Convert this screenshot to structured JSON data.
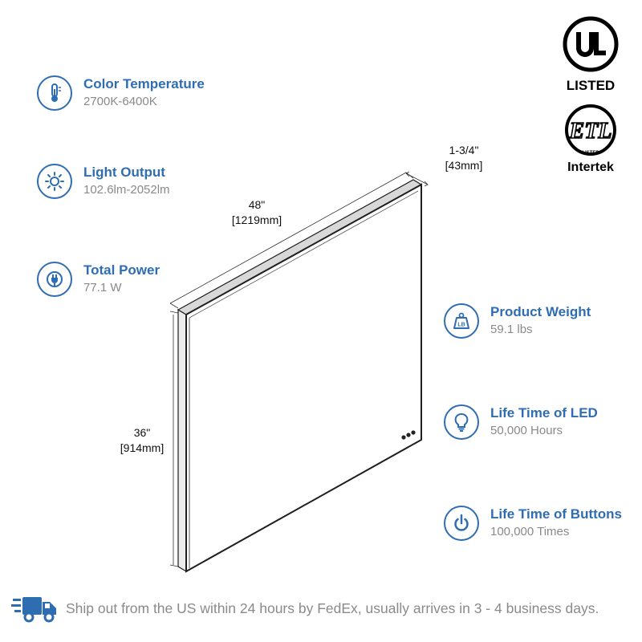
{
  "specs": [
    {
      "id": "color-temperature",
      "icon": "thermometer-icon",
      "title": "Color Temperature",
      "value": "2700K-6400K"
    },
    {
      "id": "light-output",
      "icon": "sun-icon",
      "title": "Light Output",
      "value": "102.6lm-2052lm"
    },
    {
      "id": "total-power",
      "icon": "plug-icon",
      "title": "Total Power",
      "value": "77.1 W"
    },
    {
      "id": "product-weight",
      "icon": "weight-icon",
      "title": "Product Weight",
      "value": "59.1 lbs"
    },
    {
      "id": "led-lifetime",
      "icon": "lightbulb-icon",
      "title": "Life Time of LED",
      "value": "50,000 Hours"
    },
    {
      "id": "buttons-lifetime",
      "icon": "power-icon",
      "title": "Life Time of Buttons",
      "value": "100,000 Times"
    }
  ],
  "weight_icon_text": "LB",
  "dimensions": {
    "width": {
      "imperial": "48\"",
      "metric": "[1219mm]"
    },
    "height": {
      "imperial": "36\"",
      "metric": "[914mm]"
    },
    "depth": {
      "imperial": "1-3/4\"",
      "metric": "[43mm]"
    }
  },
  "certifications": {
    "ul": {
      "mark": "UL",
      "label": "LISTED"
    },
    "etl": {
      "mark": "ETL",
      "sub": "LISTED",
      "label": "Intertek"
    }
  },
  "shipping": {
    "icon": "truck-icon",
    "text": "Ship out from the US within 24 hours by FedEx, usually arrives in 3 - 4 business days."
  },
  "colors": {
    "accent": "#2f6db3",
    "muted": "#8a8a8a"
  }
}
